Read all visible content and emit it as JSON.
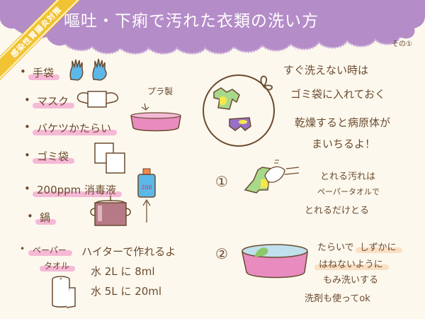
{
  "header": {
    "title": "嘔吐・下痢で汚れた衣類の洗い方",
    "ribbon_label": "感染性胃腸炎対策",
    "colors": {
      "banner": "#b48cc8",
      "ribbon": "#f1c232",
      "background": "#fcf8ee",
      "ink": "#6b4a2e",
      "highlight_pink": "#f2a9cf"
    }
  },
  "page_marker": "その①",
  "supplies": {
    "items": [
      {
        "label": "手袋",
        "icon": "gloves-icon"
      },
      {
        "label": "マスク",
        "icon": "mask-icon"
      },
      {
        "label": "バケツかたらい",
        "icon": "basin-icon",
        "note": "プラ製"
      },
      {
        "label": "ゴミ袋",
        "icon": "trash-bag-icon"
      },
      {
        "label": "200ppm 消毒液",
        "icon": "disinfectant-bottle-icon",
        "bottle_label": "200"
      },
      {
        "label": "鍋",
        "icon": "pot-icon"
      },
      {
        "label": "ペーパータオル",
        "label_line1": "ペーパー",
        "label_line2": "タオル",
        "icon": "paper-towel-icon"
      }
    ],
    "bleach_note": {
      "line1": "ハイターで作れるよ",
      "line2": "水 2L に 8ml",
      "line3": "水 5L に 20ml"
    }
  },
  "steps": {
    "intro": {
      "line1": "すぐ洗えない時は",
      "line2": "ゴミ袋に入れておく",
      "line3": "乾燥すると病原体が",
      "line4": "まいちるよ！"
    },
    "step1": {
      "number": "①",
      "line1": "とれる汚れは",
      "line2": "ペーパータオルで",
      "line3": "とれるだけとる"
    },
    "step2": {
      "number": "②",
      "line1a": "たらいで",
      "line1b": "しずかに",
      "line2": "はねないように",
      "line3": "もみ洗いする",
      "line4": "洗剤も使ってok"
    }
  }
}
